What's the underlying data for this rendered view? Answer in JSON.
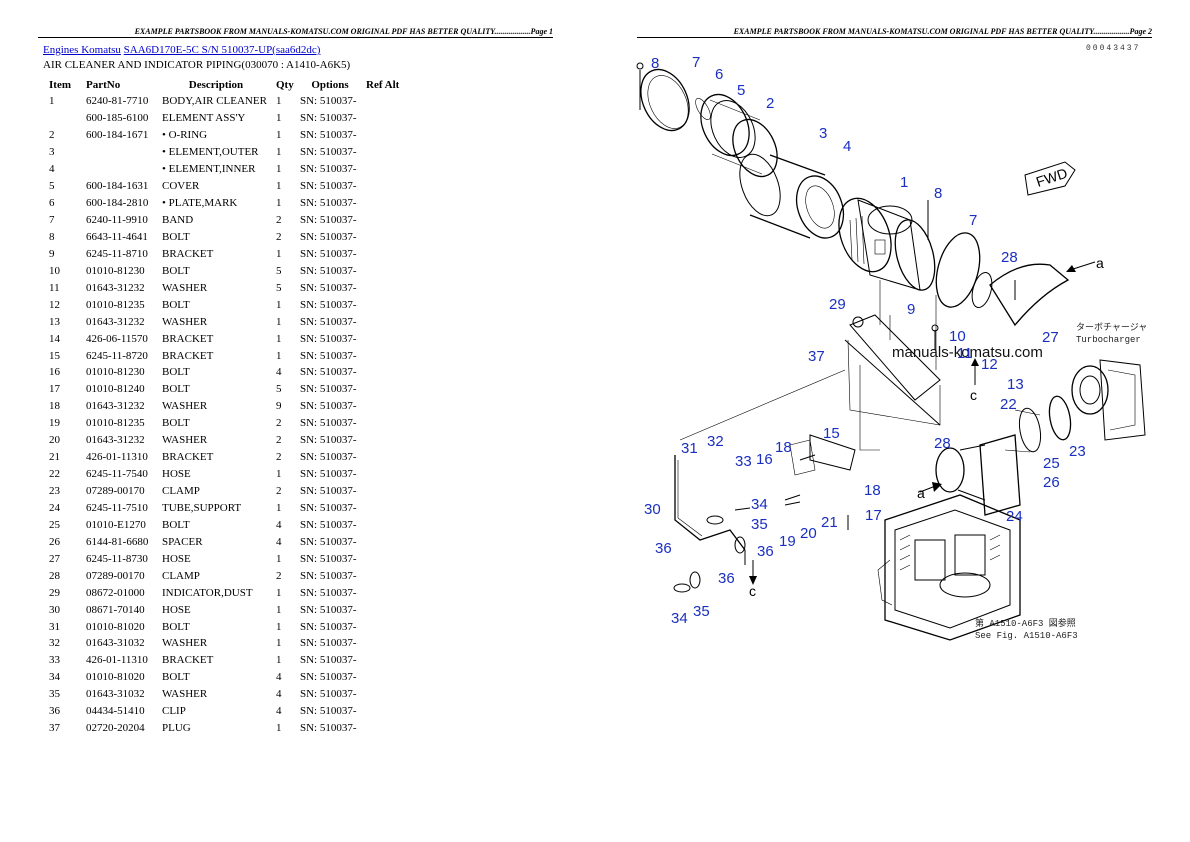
{
  "header": {
    "left_text": "EXAMPLE PARTSBOOK FROM MANUALS-KOMATSU.COM ORIGINAL PDF HAS BETTER QUALITY..................Page 1",
    "right_text": "EXAMPLE PARTSBOOK FROM MANUALS-KOMATSU.COM ORIGINAL PDF HAS BETTER QUALITY..................Page 2"
  },
  "breadcrumb": {
    "link1": "Engines Komatsu",
    "link2": "SAA6D170E-5C S/N 510037-UP(saa6d2dc)"
  },
  "subtitle": "AIR CLEANER AND INDICATOR PIPING(030070 : A1410-A6K5)",
  "table": {
    "headers": [
      "Item",
      "PartNo",
      "Description",
      "Qty",
      "Options",
      "Ref Alt"
    ],
    "rows": [
      {
        "item": "1",
        "part": "6240-81-7710",
        "desc": "BODY,AIR CLEANER",
        "qty": "1",
        "opt": "SN: 510037-"
      },
      {
        "item": "",
        "part": "600-185-6100",
        "desc": "ELEMENT ASS'Y",
        "qty": "1",
        "opt": "SN: 510037-"
      },
      {
        "item": "2",
        "part": "600-184-1671",
        "desc": "• O-RING",
        "qty": "1",
        "opt": "SN: 510037-"
      },
      {
        "item": "3",
        "part": "",
        "desc": "• ELEMENT,OUTER",
        "qty": "1",
        "opt": "SN: 510037-"
      },
      {
        "item": "4",
        "part": "",
        "desc": "• ELEMENT,INNER",
        "qty": "1",
        "opt": "SN: 510037-"
      },
      {
        "item": "5",
        "part": "600-184-1631",
        "desc": "COVER",
        "qty": "1",
        "opt": "SN: 510037-"
      },
      {
        "item": "6",
        "part": "600-184-2810",
        "desc": "• PLATE,MARK",
        "qty": "1",
        "opt": "SN: 510037-"
      },
      {
        "item": "7",
        "part": "6240-11-9910",
        "desc": "BAND",
        "qty": "2",
        "opt": "SN: 510037-"
      },
      {
        "item": "8",
        "part": "6643-11-4641",
        "desc": "BOLT",
        "qty": "2",
        "opt": "SN: 510037-"
      },
      {
        "item": "9",
        "part": "6245-11-8710",
        "desc": "BRACKET",
        "qty": "1",
        "opt": "SN: 510037-"
      },
      {
        "item": "10",
        "part": "01010-81230",
        "desc": "BOLT",
        "qty": "5",
        "opt": "SN: 510037-"
      },
      {
        "item": "11",
        "part": "01643-31232",
        "desc": "WASHER",
        "qty": "5",
        "opt": "SN: 510037-"
      },
      {
        "item": "12",
        "part": "01010-81235",
        "desc": "BOLT",
        "qty": "1",
        "opt": "SN: 510037-"
      },
      {
        "item": "13",
        "part": "01643-31232",
        "desc": "WASHER",
        "qty": "1",
        "opt": "SN: 510037-"
      },
      {
        "item": "14",
        "part": "426-06-11570",
        "desc": "BRACKET",
        "qty": "1",
        "opt": "SN: 510037-"
      },
      {
        "item": "15",
        "part": "6245-11-8720",
        "desc": "BRACKET",
        "qty": "1",
        "opt": "SN: 510037-"
      },
      {
        "item": "16",
        "part": "01010-81230",
        "desc": "BOLT",
        "qty": "4",
        "opt": "SN: 510037-"
      },
      {
        "item": "17",
        "part": "01010-81240",
        "desc": "BOLT",
        "qty": "5",
        "opt": "SN: 510037-"
      },
      {
        "item": "18",
        "part": "01643-31232",
        "desc": "WASHER",
        "qty": "9",
        "opt": "SN: 510037-"
      },
      {
        "item": "19",
        "part": "01010-81235",
        "desc": "BOLT",
        "qty": "2",
        "opt": "SN: 510037-"
      },
      {
        "item": "20",
        "part": "01643-31232",
        "desc": "WASHER",
        "qty": "2",
        "opt": "SN: 510037-"
      },
      {
        "item": "21",
        "part": "426-01-11310",
        "desc": "BRACKET",
        "qty": "2",
        "opt": "SN: 510037-"
      },
      {
        "item": "22",
        "part": "6245-11-7540",
        "desc": "HOSE",
        "qty": "1",
        "opt": "SN: 510037-"
      },
      {
        "item": "23",
        "part": "07289-00170",
        "desc": "CLAMP",
        "qty": "2",
        "opt": "SN: 510037-"
      },
      {
        "item": "24",
        "part": "6245-11-7510",
        "desc": "TUBE,SUPPORT",
        "qty": "1",
        "opt": "SN: 510037-"
      },
      {
        "item": "25",
        "part": "01010-E1270",
        "desc": "BOLT",
        "qty": "4",
        "opt": "SN: 510037-"
      },
      {
        "item": "26",
        "part": "6144-81-6680",
        "desc": "SPACER",
        "qty": "4",
        "opt": "SN: 510037-"
      },
      {
        "item": "27",
        "part": "6245-11-8730",
        "desc": "HOSE",
        "qty": "1",
        "opt": "SN: 510037-"
      },
      {
        "item": "28",
        "part": "07289-00170",
        "desc": "CLAMP",
        "qty": "2",
        "opt": "SN: 510037-"
      },
      {
        "item": "29",
        "part": "08672-01000",
        "desc": "INDICATOR,DUST",
        "qty": "1",
        "opt": "SN: 510037-"
      },
      {
        "item": "30",
        "part": "08671-70140",
        "desc": "HOSE",
        "qty": "1",
        "opt": "SN: 510037-"
      },
      {
        "item": "31",
        "part": "01010-81020",
        "desc": "BOLT",
        "qty": "1",
        "opt": "SN: 510037-"
      },
      {
        "item": "32",
        "part": "01643-31032",
        "desc": "WASHER",
        "qty": "1",
        "opt": "SN: 510037-"
      },
      {
        "item": "33",
        "part": "426-01-11310",
        "desc": "BRACKET",
        "qty": "1",
        "opt": "SN: 510037-"
      },
      {
        "item": "34",
        "part": "01010-81020",
        "desc": "BOLT",
        "qty": "4",
        "opt": "SN: 510037-"
      },
      {
        "item": "35",
        "part": "01643-31032",
        "desc": "WASHER",
        "qty": "4",
        "opt": "SN: 510037-"
      },
      {
        "item": "36",
        "part": "04434-51410",
        "desc": "CLIP",
        "qty": "4",
        "opt": "SN: 510037-"
      },
      {
        "item": "37",
        "part": "02720-20204",
        "desc": "PLUG",
        "qty": "1",
        "opt": "SN: 510037-"
      }
    ]
  },
  "diagram": {
    "drawing_code": "00043437",
    "watermark": "manuals-komatsu.com",
    "fwd_label": "FWD",
    "turbo_jp": "ターボチャージャ",
    "turbo_en": "Turbocharger",
    "ref_jp": "第 A1510-A6F3 図参照",
    "ref_en": "See Fig. A1510-A6F3",
    "letter_a": "a",
    "letter_c": "c",
    "callouts": [
      "8",
      "7",
      "6",
      "5",
      "2",
      "3",
      "4",
      "1",
      "8",
      "7",
      "28",
      "27",
      "29",
      "9",
      "10",
      "11",
      "12",
      "13",
      "37",
      "22",
      "23",
      "25",
      "26",
      "24",
      "28",
      "31",
      "32",
      "33",
      "16",
      "18",
      "15",
      "18",
      "17",
      "30",
      "34",
      "35",
      "21",
      "20",
      "19",
      "36",
      "36",
      "36",
      "34",
      "35"
    ]
  }
}
